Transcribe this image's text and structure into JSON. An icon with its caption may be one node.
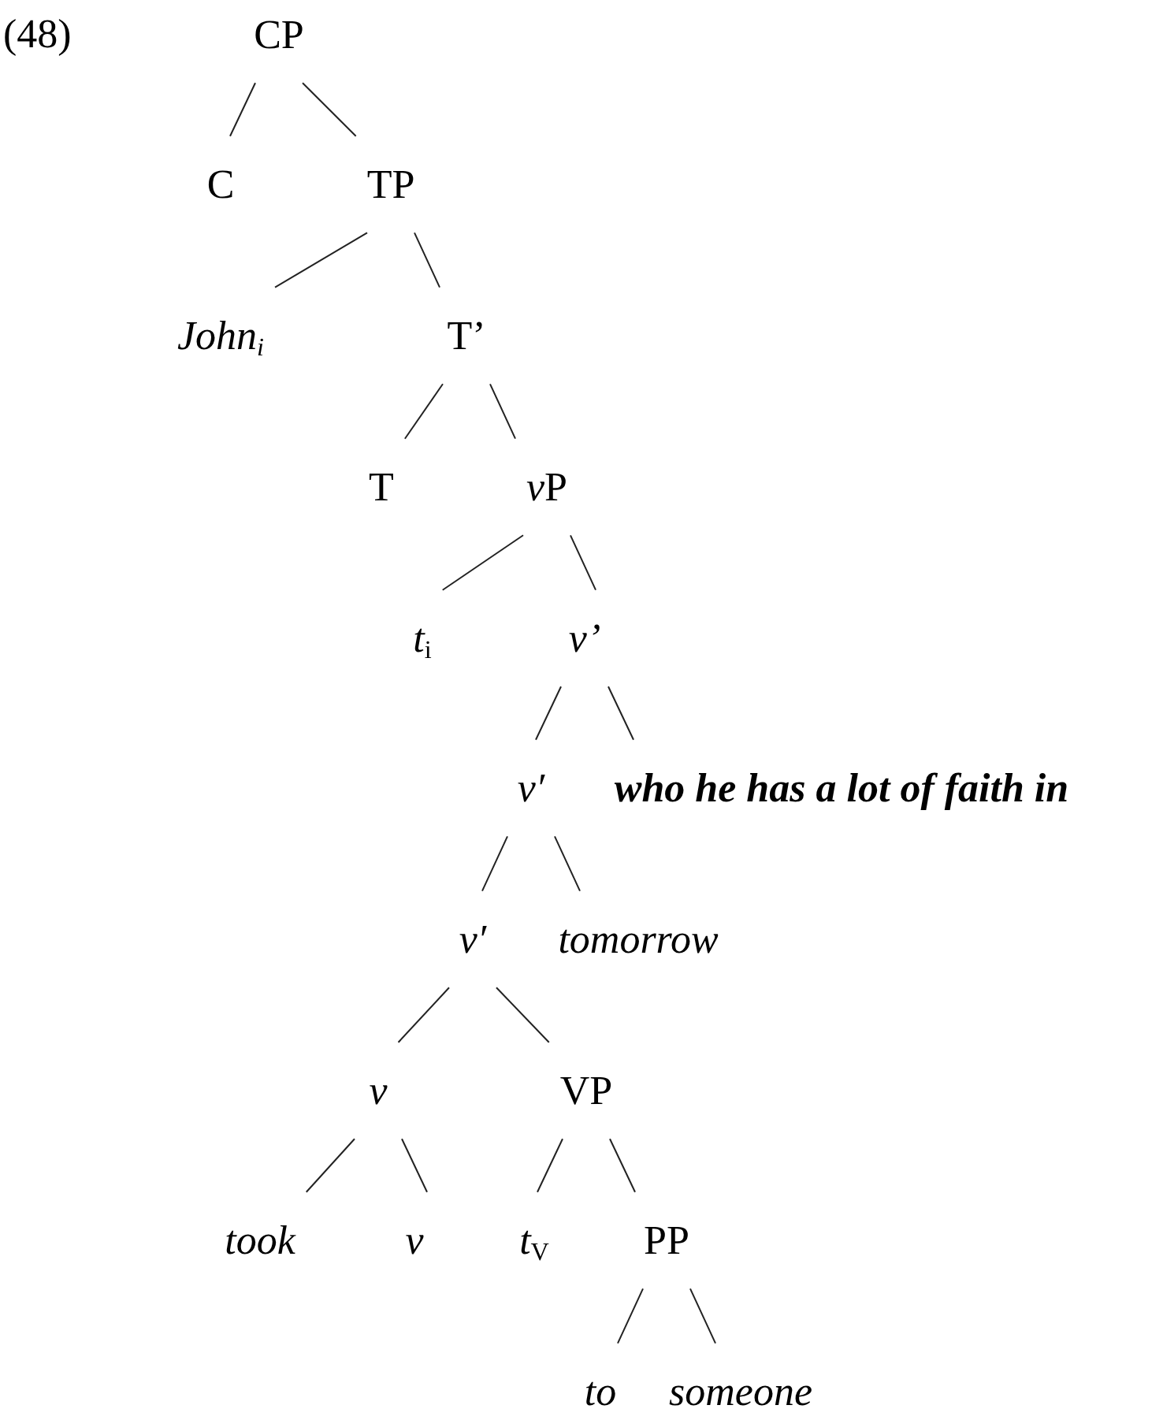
{
  "diagram": {
    "nodes": [
      {
        "text": [
          "CP"
        ]
      },
      {
        "text": [
          "C"
        ]
      },
      {
        "text": [
          "TP"
        ]
      },
      {
        "text": [
          "John$_{i}$"
        ]
      },
      {
        "text": [
          "T’"
        ]
      },
      {
        "text": [
          "T"
        ]
      },
      {
        "text": [
          "vP"
        ]
      },
      {
        "text": [
          "*t*$_{i}$"
        ]
      },
      {
        "text": [
          "v’"
        ]
      },
      {
        "text": [
          "v′"
        ]
      },
      {
        "text": [
          "who he has a lot of faith in"
        ]
      },
      {
        "text": [
          "v′"
        ]
      },
      {
        "text": [
          "tomorrow"
        ]
      },
      {
        "text": [
          "v"
        ]
      },
      {
        "text": [
          "VP"
        ]
      },
      {
        "text": [
          "took"
        ]
      },
      {
        "text": [
          "v"
        ]
      },
      {
        "text": [
          "*t*$_{V}$"
        ]
      },
      {
        "text": [
          "PP"
        ]
      },
      {
        "text": [
          "to"
        ]
      },
      {
        "text": [
          "someone"
        ]
      }
    ],
    "edges": [
      {
        "from": 0,
        "to": 1,
        "arrow": "none"
      },
      {
        "from": 0,
        "to": 2,
        "arrow": "none"
      },
      {
        "from": 2,
        "to": 3,
        "arrow": "none"
      },
      {
        "from": 2,
        "to": 4,
        "arrow": "none"
      },
      {
        "from": 4,
        "to": 5,
        "arrow": "none"
      },
      {
        "from": 4,
        "to": 6,
        "arrow": "none"
      },
      {
        "from": 6,
        "to": 7,
        "arrow": "none"
      },
      {
        "from": 6,
        "to": 8,
        "arrow": "none"
      },
      {
        "from": 8,
        "to": 9,
        "arrow": "none"
      },
      {
        "from": 8,
        "to": 10,
        "arrow": "none"
      },
      {
        "from": 9,
        "to": 11,
        "arrow": "none"
      },
      {
        "from": 9,
        "to": 12,
        "arrow": "none"
      },
      {
        "from": 11,
        "to": 13,
        "arrow": "none"
      },
      {
        "from": 11,
        "to": 14,
        "arrow": "none"
      },
      {
        "from": 13,
        "to": 15,
        "arrow": "none"
      },
      {
        "from": 13,
        "to": 16,
        "arrow": "none"
      },
      {
        "from": 14,
        "to": 17,
        "arrow": "none"
      },
      {
        "from": 14,
        "to": 18,
        "arrow": "none"
      },
      {
        "from": 18,
        "to": 19,
        "arrow": "none"
      },
      {
        "from": 18,
        "to": 20,
        "arrow": "none"
      }
    ],
    "labels": [
      "(48)"
    ]
  }
}
